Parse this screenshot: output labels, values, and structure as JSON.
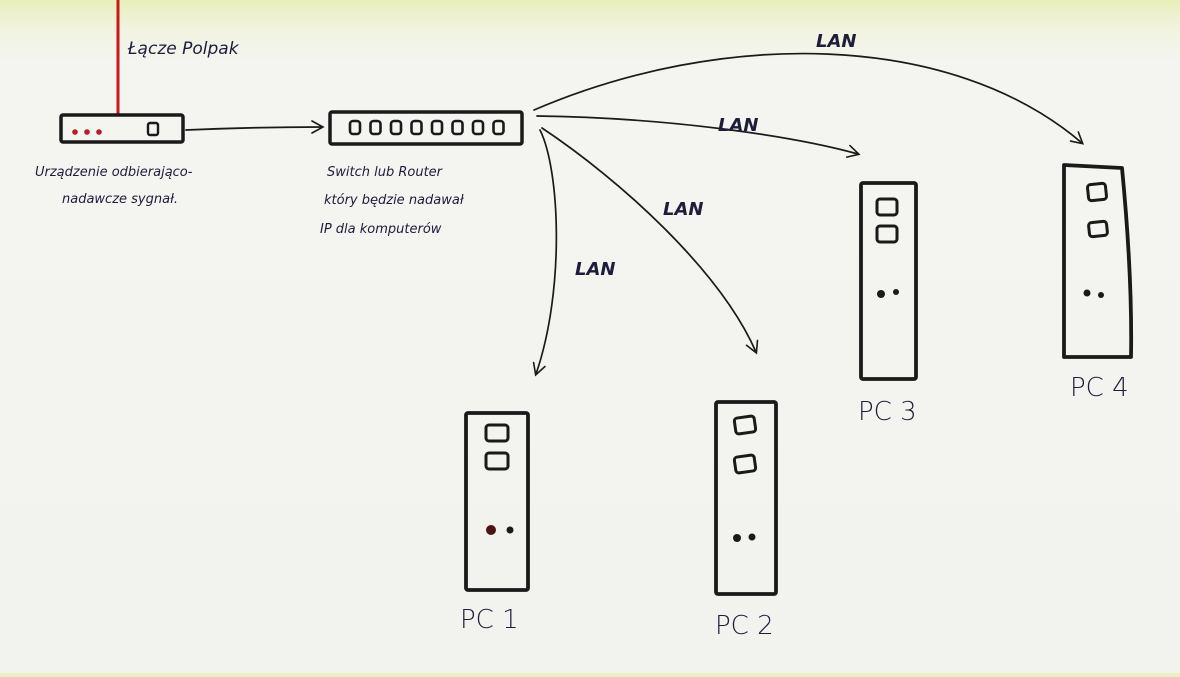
{
  "colors": {
    "ink": "#1a1a1a",
    "line_red": "#c8181b",
    "led_red": "#b52020",
    "paper": "#f2f2ee",
    "paper_top": "#e9efb9"
  },
  "uplink": {
    "label": "Łącze Polpak"
  },
  "modem": {
    "caption_line1": "Urządzenie odbierająco-",
    "caption_line2": "nadawcze sygnał."
  },
  "switch": {
    "caption_line1": "Switch lub Router",
    "caption_line2": "który będzie nadawał",
    "caption_line3": "IP dla komputerów"
  },
  "links": [
    {
      "label": "LAN"
    },
    {
      "label": "LAN"
    },
    {
      "label": "LAN"
    },
    {
      "label": "LAN"
    }
  ],
  "pcs": [
    {
      "label": "PC 1"
    },
    {
      "label": "PC 2"
    },
    {
      "label": "PC 3"
    },
    {
      "label": "PC 4"
    }
  ]
}
